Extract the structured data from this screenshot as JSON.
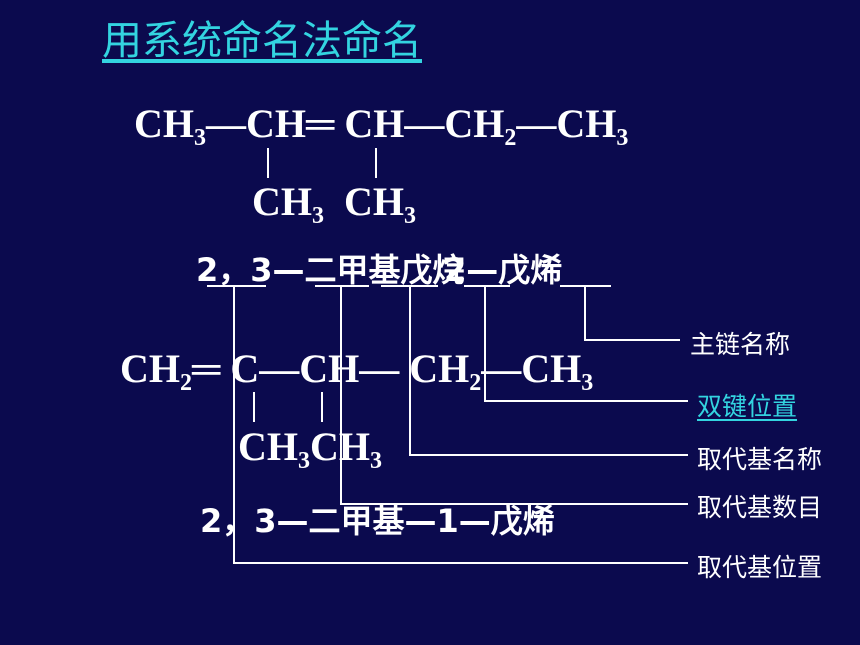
{
  "title": "用系统命名法命名",
  "molecule1": {
    "main_chain": [
      "CH3",
      "CH",
      "CH",
      "CH2",
      "CH3"
    ],
    "branches": [
      "CH3",
      "CH3"
    ],
    "name_overlap": "2，3—二甲基戊烷",
    "name_overlay": "2—戊烯"
  },
  "molecule2": {
    "main_chain": [
      "CH2",
      "C",
      "CH",
      "CH2",
      "CH3"
    ],
    "branches": [
      "CH3",
      "CH3"
    ],
    "name": "2，3—二甲基—1—戊烯"
  },
  "callouts": {
    "main_chain_name": "主链名称",
    "double_bond_position": "双键位置",
    "substituent_name": "取代基名称",
    "substituent_count": "取代基数目",
    "substituent_position": "取代基位置"
  }
}
